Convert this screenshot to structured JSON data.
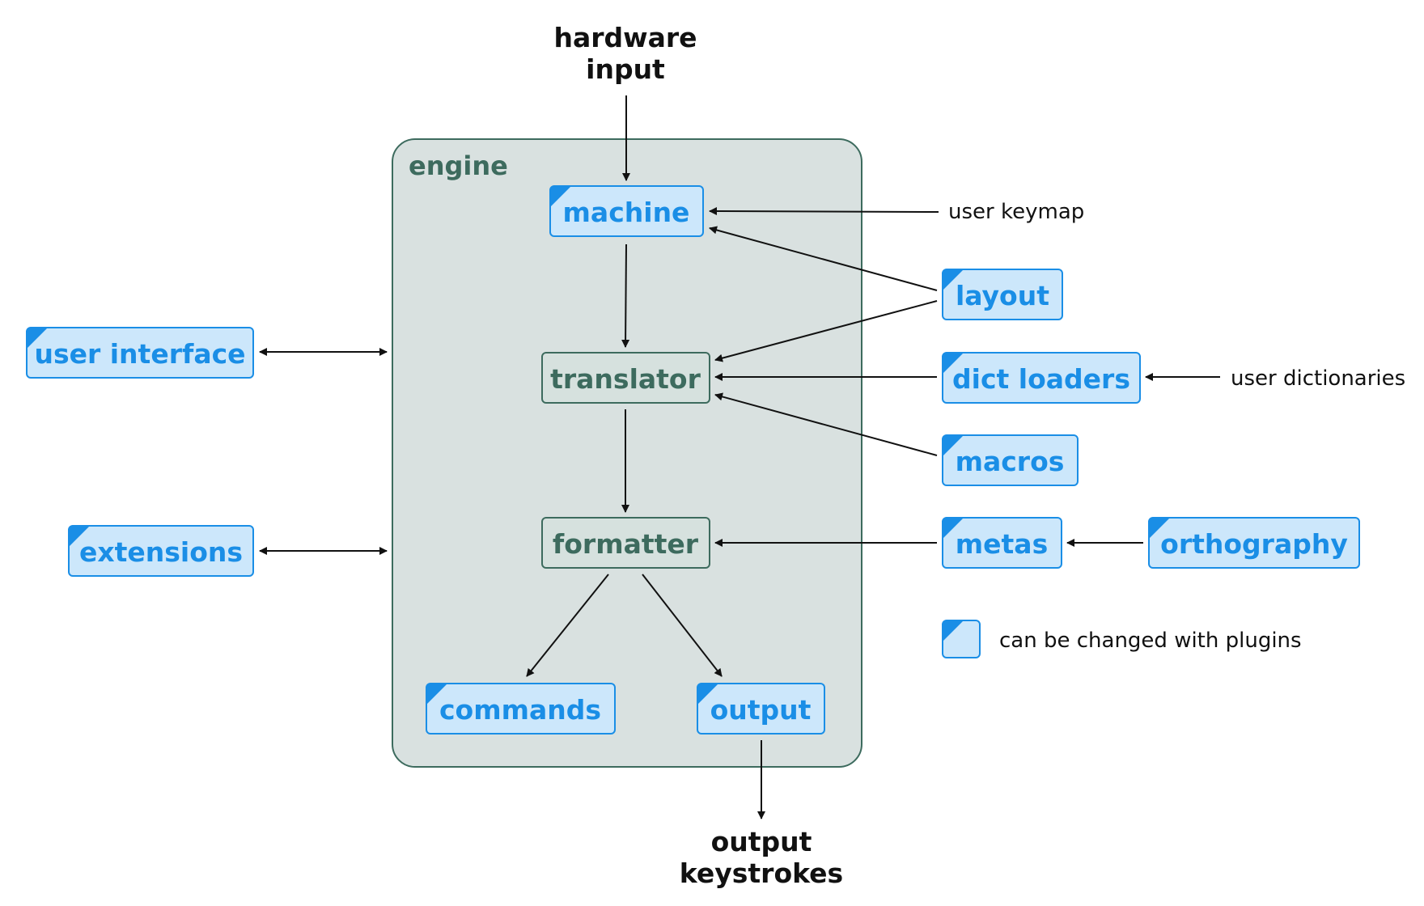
{
  "inputs": {
    "hardware_input_line1": "hardware",
    "hardware_input_line2": "input",
    "output_keystrokes_line1": "output",
    "output_keystrokes_line2": "keystrokes"
  },
  "engine": {
    "label": "engine",
    "machine": "machine",
    "translator": "translator",
    "formatter": "formatter",
    "commands": "commands",
    "output": "output"
  },
  "plugins": {
    "user_interface": "user interface",
    "extensions": "extensions",
    "layout": "layout",
    "dict_loaders": "dict loaders",
    "macros": "macros",
    "metas": "metas",
    "orthography": "orthography"
  },
  "external": {
    "user_keymap": "user keymap",
    "user_dictionaries": "user dictionaries"
  },
  "legend": {
    "plugin_note": "can be changed with plugins"
  },
  "colors": {
    "plugin_fill": "#cce7fb",
    "plugin_stroke": "#1a8ee6",
    "core_fill": "#d6e1de",
    "core_stroke": "#3d6b5e",
    "engine_fill": "#d9e1e0"
  }
}
